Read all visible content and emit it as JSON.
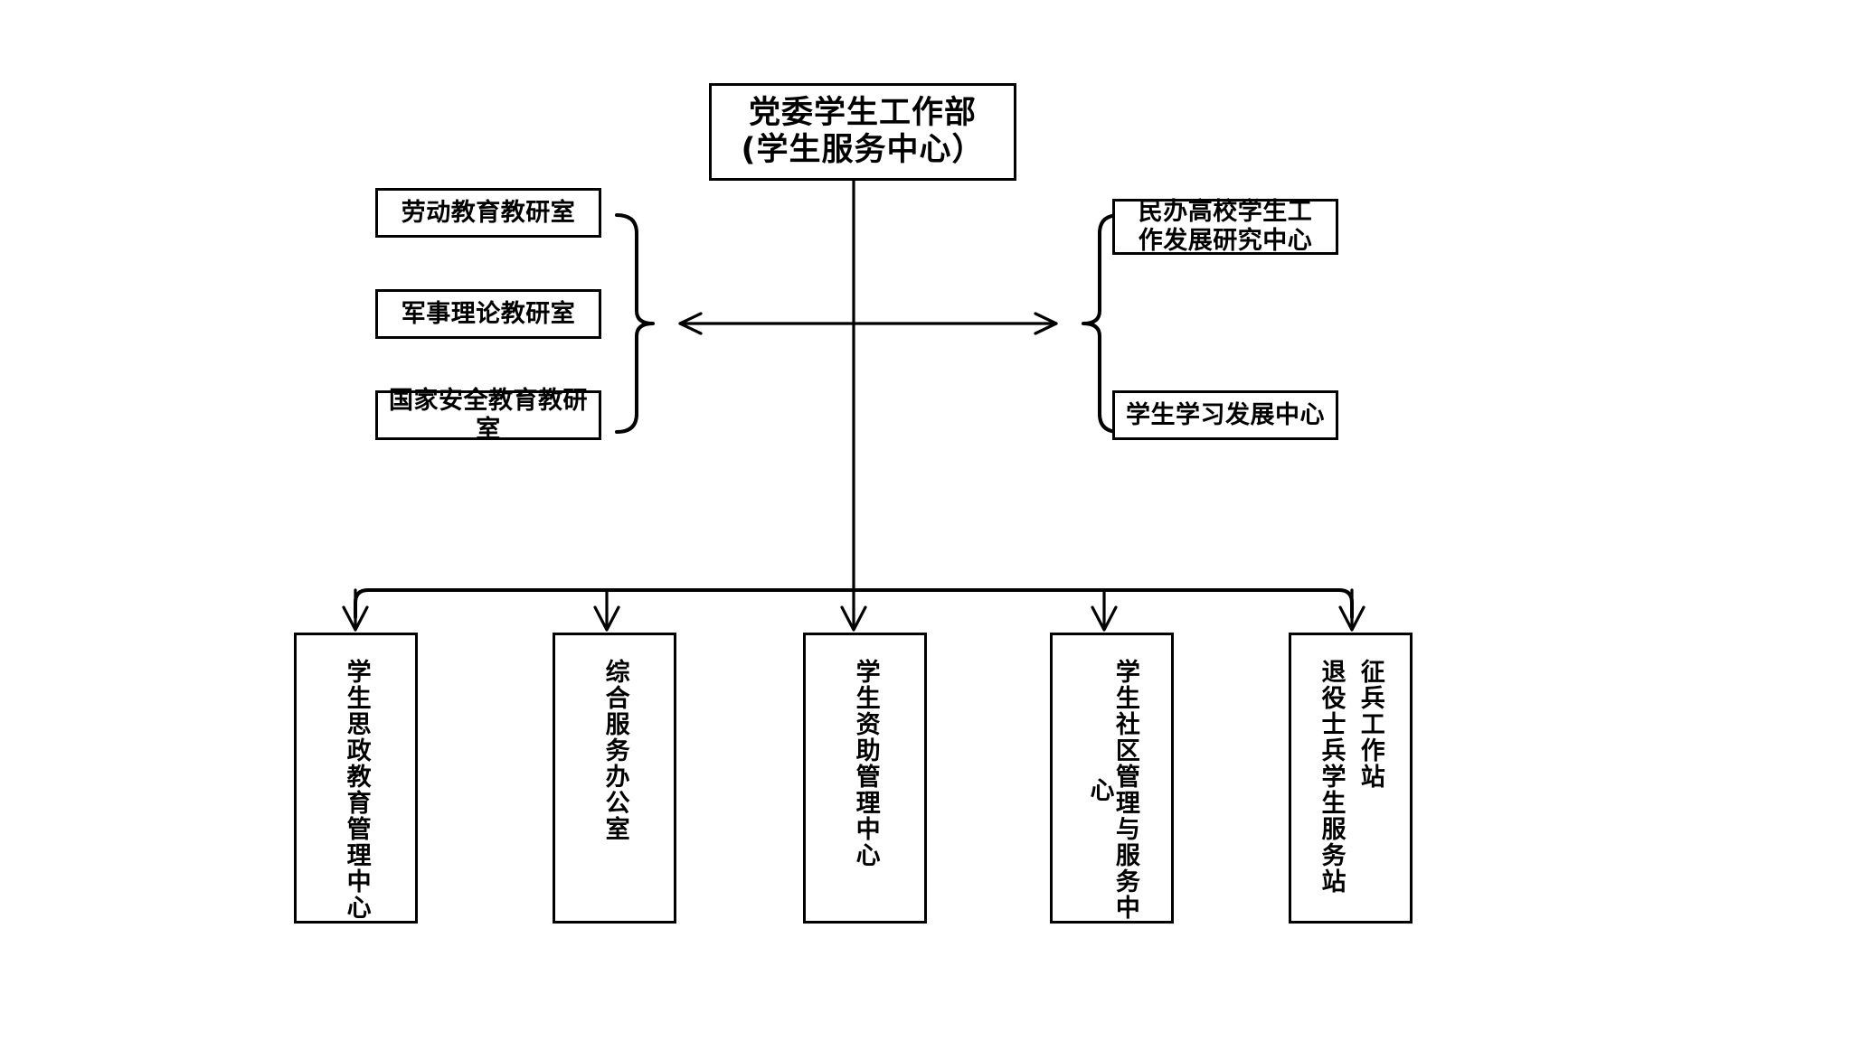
{
  "diagram": {
    "title": "党委学生工作部组织结构图",
    "type": "org-chart",
    "colors": {
      "line": "#000000",
      "box_fill": "#ffffff",
      "text": "#000000",
      "background": "#ffffff"
    },
    "root": {
      "id": "root",
      "label": "党委学生工作部\n(学生服务中心）",
      "line1": "党委学生工作部",
      "line2": "(学生服务中心）"
    },
    "left_group": {
      "connector": "curly-brace-left",
      "arrow": "double-headed-horizontal-arrow",
      "items": [
        {
          "id": "left-1",
          "label": "劳动教育教研室"
        },
        {
          "id": "left-2",
          "label": "军事理论教研室"
        },
        {
          "id": "left-3",
          "label": "国家安全教育教研室"
        }
      ]
    },
    "right_group": {
      "connector": "curly-brace-right",
      "items": [
        {
          "id": "right-1",
          "label": "民办高校学生工\n作发展研究中心"
        },
        {
          "id": "right-2",
          "label": "学生学习发展中心"
        }
      ]
    },
    "bottom_group": {
      "connector": "horizontal-bus-with-down-arrows",
      "arrow_count": 5,
      "items": [
        {
          "id": "bottom-1",
          "label": "学生思政教育管理中心",
          "columns": 1
        },
        {
          "id": "bottom-2",
          "label": "综合服务办公室",
          "columns": 1
        },
        {
          "id": "bottom-3",
          "label": "学生资助管理中心",
          "columns": 1
        },
        {
          "id": "bottom-4",
          "label": "学生社区管理与服务中心",
          "columns": 1
        },
        {
          "id": "bottom-5",
          "label": "征兵工作站",
          "label_secondary": "退役士兵学生服务站",
          "columns": 2
        }
      ]
    }
  }
}
